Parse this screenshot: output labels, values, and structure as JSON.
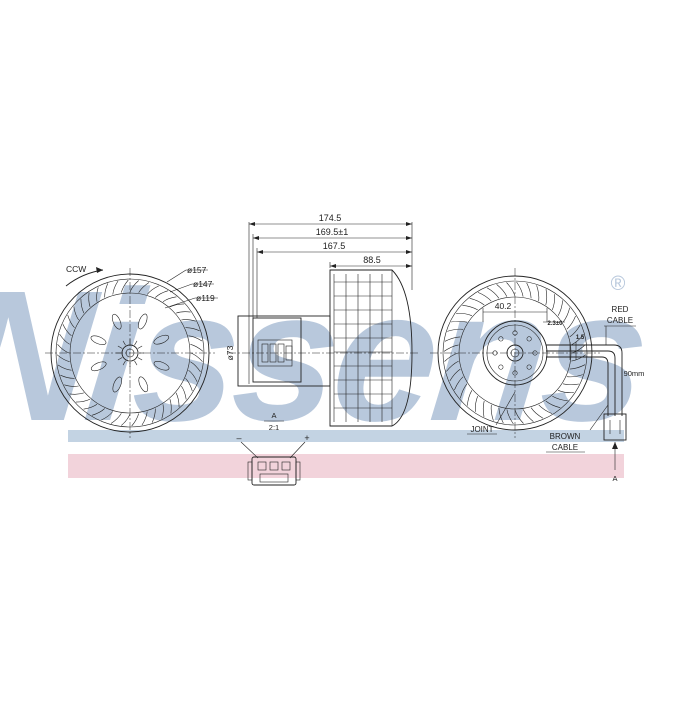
{
  "watermark": {
    "text": "Nissens",
    "mark": "®"
  },
  "colors": {
    "watermark_blue": "#b8c8dc",
    "band_blue": "#c3d3e3",
    "band_pink": "#f2d3db",
    "line": "#222222"
  },
  "front_view": {
    "rotation_label": "CCW",
    "diameters": [
      "ø157",
      "ø147",
      "ø119"
    ]
  },
  "side_view": {
    "dimensions": [
      "174.5",
      "169.5±1",
      "167.5",
      "88.5"
    ],
    "height_label": "ø73"
  },
  "connector_detail": {
    "view_label": "A",
    "scale": "2:1",
    "pin_minus": "–",
    "pin_plus": "+"
  },
  "rear_view": {
    "hub_dimension": "40.2",
    "red_cable": [
      "RED",
      "CABLE"
    ],
    "brown_cable": [
      "BROWN",
      "CABLE"
    ],
    "joint_label": "JOINT",
    "cable_length": "90mm",
    "section_label": "A",
    "small_label_1": "2.3±0",
    "small_label_2": "1.5"
  }
}
